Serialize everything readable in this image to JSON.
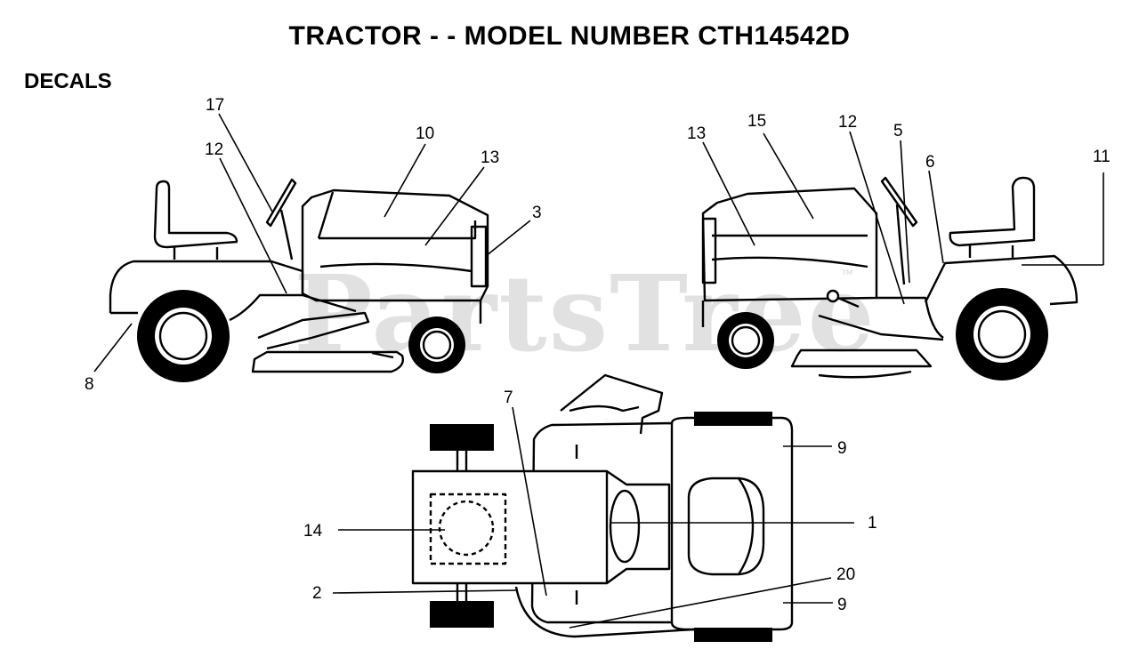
{
  "title": "TRACTOR - - MODEL NUMBER CTH14542D",
  "section": "DECALS",
  "watermark": "PartsTree",
  "watermark_mark": "™",
  "callouts": {
    "l17": "17",
    "l12": "12",
    "l10": "10",
    "l13": "13",
    "l3": "3",
    "l8": "8",
    "r13": "13",
    "r15": "15",
    "r12": "12",
    "r5": "5",
    "r6": "6",
    "r11": "11",
    "t7": "7",
    "t9a": "9",
    "t14": "14",
    "t1": "1",
    "t20": "20",
    "t2": "2",
    "t9b": "9"
  }
}
